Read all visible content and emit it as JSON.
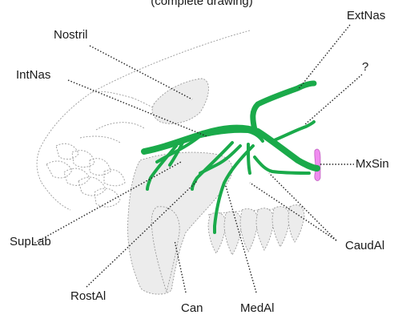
{
  "labels": {
    "title_partial": "(complete drawing)",
    "nostril": "Nostril",
    "extnas": "ExtNas",
    "intnas": "IntNas",
    "question": "?",
    "mxsin": "MxSin",
    "suplab": "SupLab",
    "caudal": "CaudAl",
    "rostal": "RostAl",
    "can": "Can",
    "medal": "MedAl"
  },
  "colors": {
    "vessel": "#1aaa4a",
    "sinus": "#f08cf0",
    "bone_fill": "#ececec",
    "outline": "#9a9a9a",
    "leader": "#222222"
  }
}
